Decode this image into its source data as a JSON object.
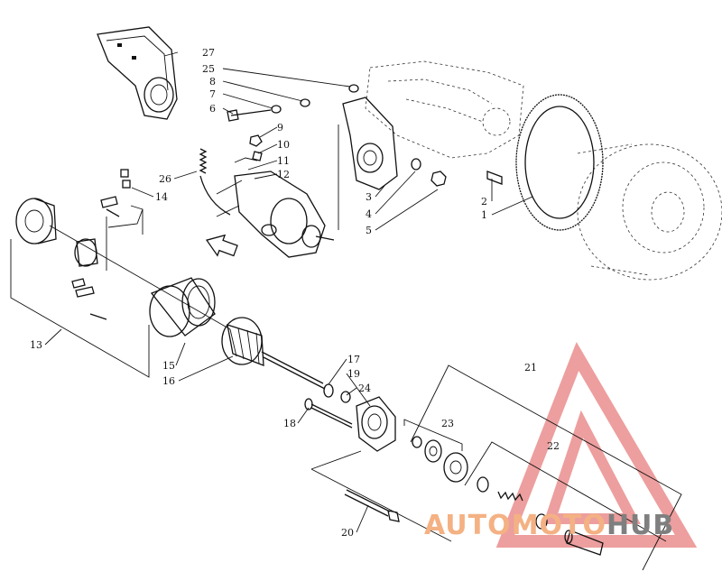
{
  "part_labels": [
    {
      "id": "p27",
      "text": "27"
    },
    {
      "id": "p25",
      "text": "25"
    },
    {
      "id": "p8",
      "text": "8"
    },
    {
      "id": "p7",
      "text": "7"
    },
    {
      "id": "p6",
      "text": "6"
    },
    {
      "id": "p9",
      "text": "9"
    },
    {
      "id": "p10",
      "text": "10"
    },
    {
      "id": "p11",
      "text": "11"
    },
    {
      "id": "p12",
      "text": "12"
    },
    {
      "id": "p26",
      "text": "26"
    },
    {
      "id": "p14",
      "text": "14"
    },
    {
      "id": "p3",
      "text": "3"
    },
    {
      "id": "p4",
      "text": "4"
    },
    {
      "id": "p5",
      "text": "5"
    },
    {
      "id": "p2",
      "text": "2"
    },
    {
      "id": "p1",
      "text": "1"
    },
    {
      "id": "p13",
      "text": "13"
    },
    {
      "id": "p15",
      "text": "15"
    },
    {
      "id": "p16",
      "text": "16"
    },
    {
      "id": "p17",
      "text": "17"
    },
    {
      "id": "p19",
      "text": "19"
    },
    {
      "id": "p24",
      "text": "24"
    },
    {
      "id": "p18",
      "text": "18"
    },
    {
      "id": "p23",
      "text": "23"
    },
    {
      "id": "p21",
      "text": "21"
    },
    {
      "id": "p22",
      "text": "22"
    },
    {
      "id": "p20",
      "text": "20"
    }
  ],
  "watermark": {
    "part1": "AUTOMOTO",
    "part2": "HUB",
    "color1": "#f4b183",
    "color2": "#7f7f7f",
    "logo_color": "#e0504f"
  }
}
